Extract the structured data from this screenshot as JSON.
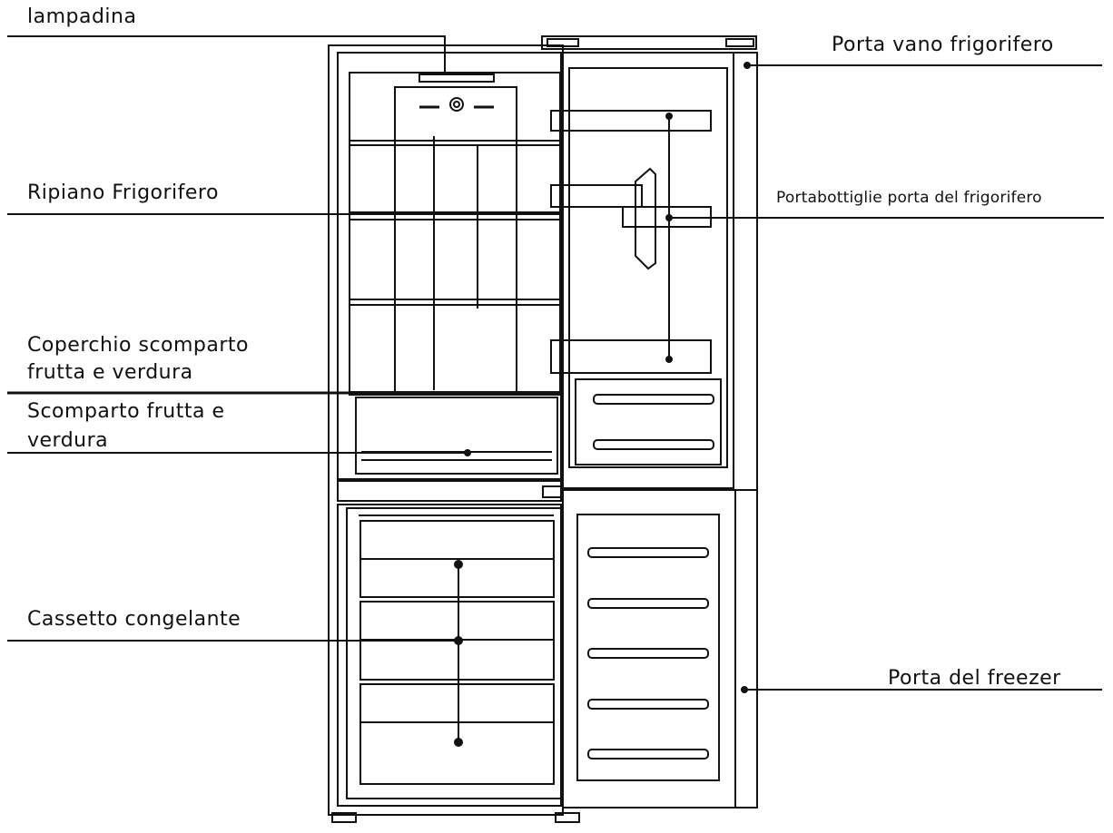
{
  "labels": {
    "lampadina": "lampadina",
    "ripiano": "Ripiano Frigorifero",
    "coperchio_line1": "Coperchio scomparto",
    "coperchio_line2": "frutta e verdura",
    "scomparto_line1": "Scomparto frutta e",
    "scomparto_line2": "verdura",
    "cassetto": "Cassetto congelante",
    "porta_vano": "Porta vano frigorifero",
    "portabottiglie": "Portabottiglie porta del frigorifero",
    "porta_freezer": "Porta del freezer"
  },
  "colors": {
    "line": "#111111",
    "background": "#ffffff"
  }
}
